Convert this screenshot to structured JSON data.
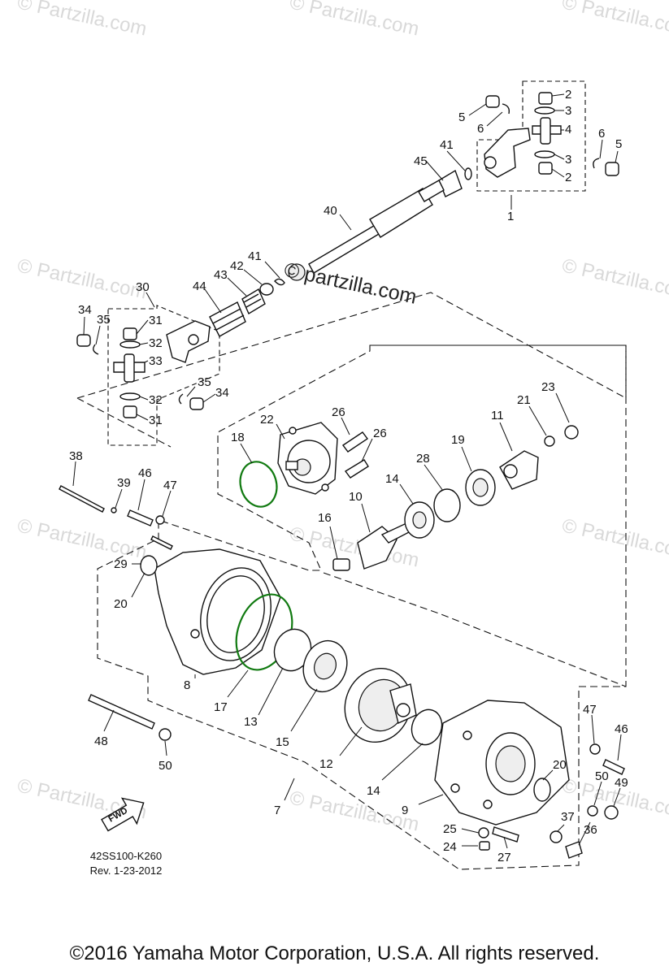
{
  "watermark_text": "© Partzilla.com",
  "center_watermark": "© partzilla.com",
  "fwd_badge": "FWD",
  "doc_code": "42SS100-K260",
  "revision": "Rev. 1-23-2012",
  "copyright": "©2016  Yamaha Motor Corporation, U.S.A. All rights reserved.",
  "callouts": [
    "1",
    "2",
    "3",
    "4",
    "5",
    "6",
    "7",
    "8",
    "9",
    "10",
    "11",
    "12",
    "13",
    "14",
    "15",
    "16",
    "17",
    "18",
    "19",
    "20",
    "21",
    "22",
    "23",
    "24",
    "25",
    "26",
    "27",
    "28",
    "29",
    "30",
    "31",
    "32",
    "33",
    "34",
    "35",
    "36",
    "37",
    "38",
    "39",
    "40",
    "41",
    "42",
    "43",
    "44",
    "45",
    "46",
    "47",
    "48",
    "49",
    "50"
  ],
  "colors": {
    "line": "#111111",
    "oring": "#117a11",
    "watermark": "#d9d9d9"
  }
}
